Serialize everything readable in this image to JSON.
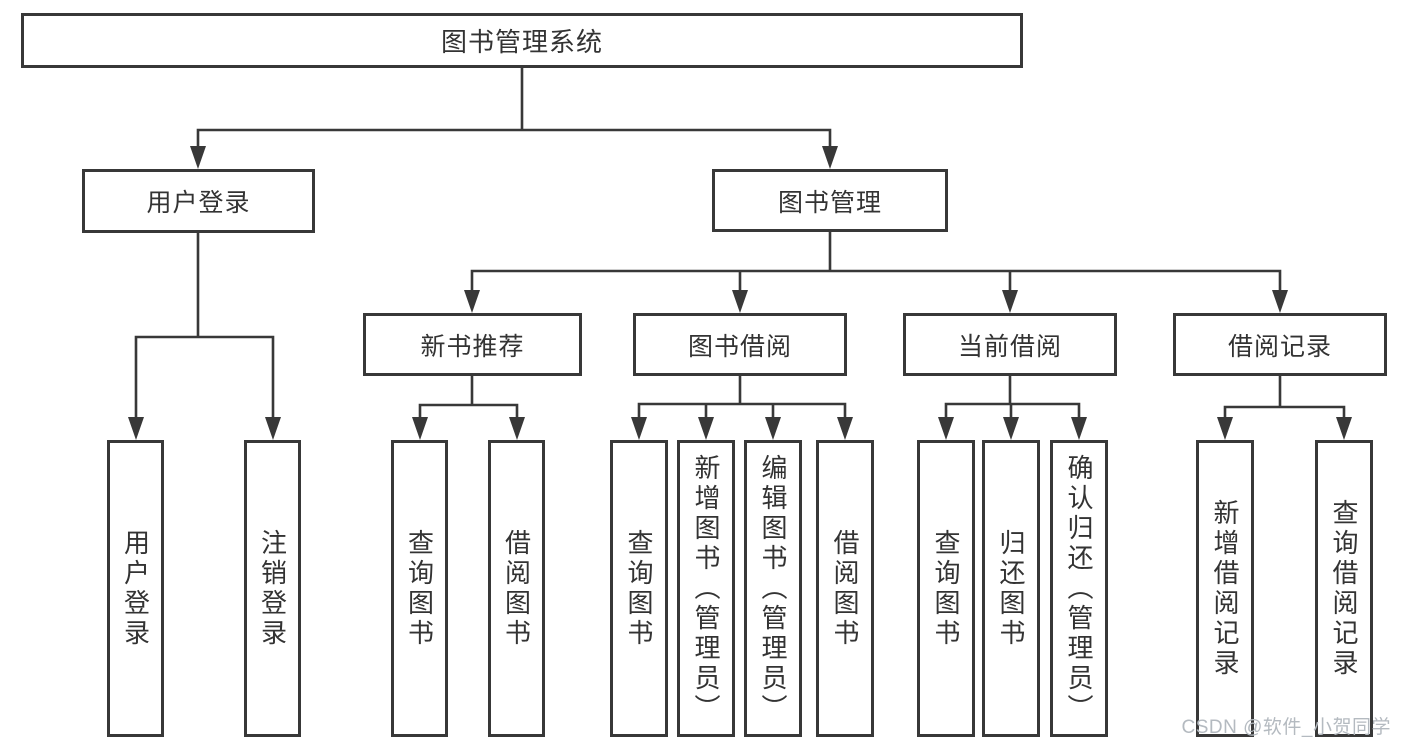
{
  "diagram_title": "图书管理系统",
  "nodes": {
    "root": {
      "label": "图书管理系统"
    },
    "user_login": {
      "label": "用户登录"
    },
    "book_mgmt": {
      "label": "图书管理"
    },
    "new_book_rec": {
      "label": "新书推荐"
    },
    "book_borrow": {
      "label": "图书借阅"
    },
    "current_borrow": {
      "label": "当前借阅"
    },
    "borrow_records": {
      "label": "借阅记录"
    },
    "leaf_user_login": {
      "label": "用户登录"
    },
    "leaf_logout": {
      "label": "注销登录"
    },
    "leaf_query_book_rec": {
      "label": "查询图书"
    },
    "leaf_borrow_book_rec": {
      "label": "借阅图书"
    },
    "leaf_query_book_borrow": {
      "label": "查询图书"
    },
    "leaf_add_book": {
      "label": "新增图书（管理员）"
    },
    "leaf_edit_book": {
      "label": "编辑图书（管理员）"
    },
    "leaf_borrow_book_borrow": {
      "label": "借阅图书"
    },
    "leaf_query_book_current": {
      "label": "查询图书"
    },
    "leaf_return_book": {
      "label": "归还图书"
    },
    "leaf_confirm_return": {
      "label": "确认归还（管理员）"
    },
    "leaf_add_borrow_record": {
      "label": "新增借阅记录"
    },
    "leaf_query_borrow_record": {
      "label": "查询借阅记录"
    }
  },
  "structure": {
    "图书管理系统": {
      "用户登录": [
        "用户登录",
        "注销登录"
      ],
      "图书管理": {
        "新书推荐": [
          "查询图书",
          "借阅图书"
        ],
        "图书借阅": [
          "查询图书",
          "新增图书（管理员）",
          "编辑图书（管理员）",
          "借阅图书"
        ],
        "当前借阅": [
          "查询图书",
          "归还图书",
          "确认归还（管理员）"
        ],
        "借阅记录": [
          "新增借阅记录",
          "查询借阅记录"
        ]
      }
    }
  },
  "colors": {
    "line": "#383838",
    "text": "#333333",
    "background": "#ffffff",
    "watermark": "#b4bac0"
  },
  "watermark": {
    "text": "CSDN @软件_小贺同学"
  }
}
